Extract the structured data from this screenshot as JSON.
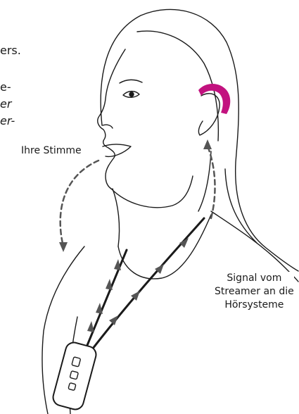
{
  "text_fragments": [
    "ers.",
    "e-",
    "er",
    "er-"
  ],
  "labels": {
    "voice": "Ihre Stimme",
    "signal_lines": [
      "Signal vom",
      "Streamer an die",
      "Hörsysteme"
    ]
  },
  "colors": {
    "hearing_aid": "#c2127f",
    "line_art": "#1a1a1a",
    "arrow": "#555555"
  }
}
